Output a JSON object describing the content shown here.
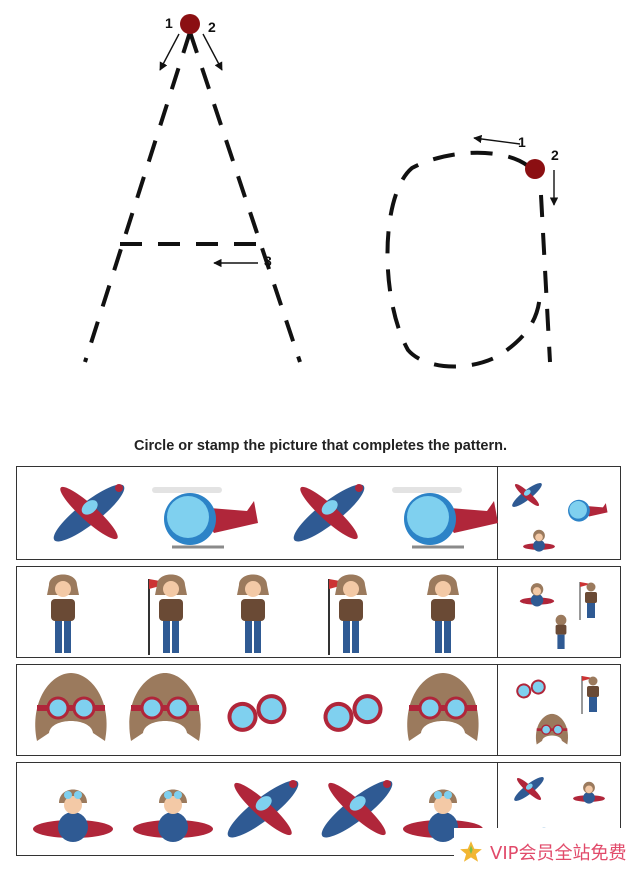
{
  "tracing": {
    "letter_A_start": {
      "step1": "1",
      "step2": "2",
      "step3": "3"
    },
    "letter_a_start": {
      "step1": "1",
      "step2": "2"
    }
  },
  "instruction": "Circle or stamp the picture that completes the pattern.",
  "rows": [
    {
      "sequence": [
        "airplane",
        "helicopter",
        "airplane",
        "helicopter"
      ],
      "choices": [
        "airplane",
        "helicopter",
        "pilot-in-plane"
      ]
    },
    {
      "sequence": [
        "pilot",
        "pilot-with-flag",
        "pilot",
        "pilot-with-flag",
        "pilot"
      ],
      "choices": [
        "pilot-in-plane",
        "pilot-with-flag",
        "pilot"
      ]
    },
    {
      "sequence": [
        "aviator-helmet",
        "aviator-helmet",
        "goggles",
        "goggles",
        "aviator-helmet"
      ],
      "choices": [
        "goggles",
        "pilot-with-flag",
        "aviator-helmet"
      ]
    },
    {
      "sequence": [
        "pilot-in-plane",
        "pilot-in-plane",
        "airplane",
        "airplane",
        "pilot-in-plane"
      ],
      "choices": [
        "airplane",
        "pilot-in-plane",
        "helicopter"
      ]
    }
  ],
  "badge": {
    "text": "VIP会员全站免费"
  },
  "colors": {
    "start_dot": "#8b0f12",
    "plane_body": "#2f5a93",
    "plane_wing": "#b0263a",
    "glass": "#7fd0ef",
    "helmet": "#9b7a5d"
  }
}
